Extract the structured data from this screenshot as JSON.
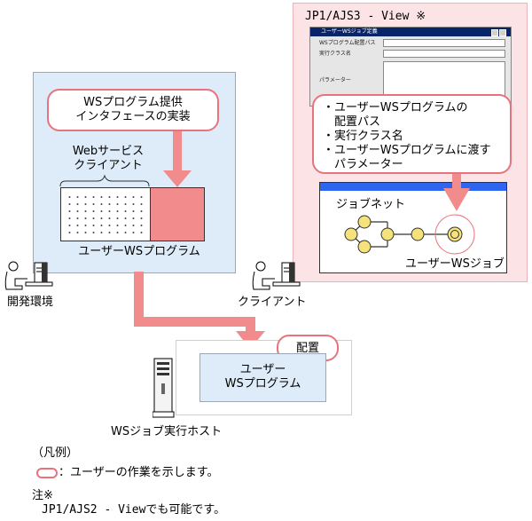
{
  "view_window": {
    "title": "JP1/AJS3 - View ※",
    "dialog": {
      "title": "ユーザーWSジョブ定義",
      "field_labels": [
        "WSプログラム配置パス",
        "実行クラス名",
        "パラメーター"
      ]
    },
    "callout_lines": [
      "・ユーザーWSプログラムの",
      "　配置パス",
      "・実行クラス名",
      "・ユーザーWSプログラムに渡す",
      "　パラメーター"
    ],
    "jobnet_label": "ジョブネット",
    "user_ws_job_label": "ユーザーWSジョブ"
  },
  "dev_env": {
    "callout_line1": "WSプログラム提供",
    "callout_line2": "インタフェースの実装",
    "web_service_client_line1": "Webサービス",
    "web_service_client_line2": "クライアント",
    "user_ws_program_label": "ユーザーWSプログラム",
    "env_label": "開発環境"
  },
  "client": {
    "label": "クライアント"
  },
  "host": {
    "placement_label": "配置",
    "program_line1": "ユーザー",
    "program_line2": "WSプログラム",
    "host_label": "WSジョブ実行ホスト"
  },
  "legend": {
    "heading": "（凡例）",
    "item_text": "：ユーザーの作業を示します。"
  },
  "note": {
    "heading": "注※",
    "text": "JP1/AJS2 - Viewでも可能です。"
  },
  "colors": {
    "callout_border": "#e9737d",
    "arrow": "#f28b8c",
    "dev_env_bg": "#ddecf8",
    "view_bg": "#fce4e6",
    "job_node": "#f5e27a",
    "jobnet_bar": "#2f66f0"
  }
}
